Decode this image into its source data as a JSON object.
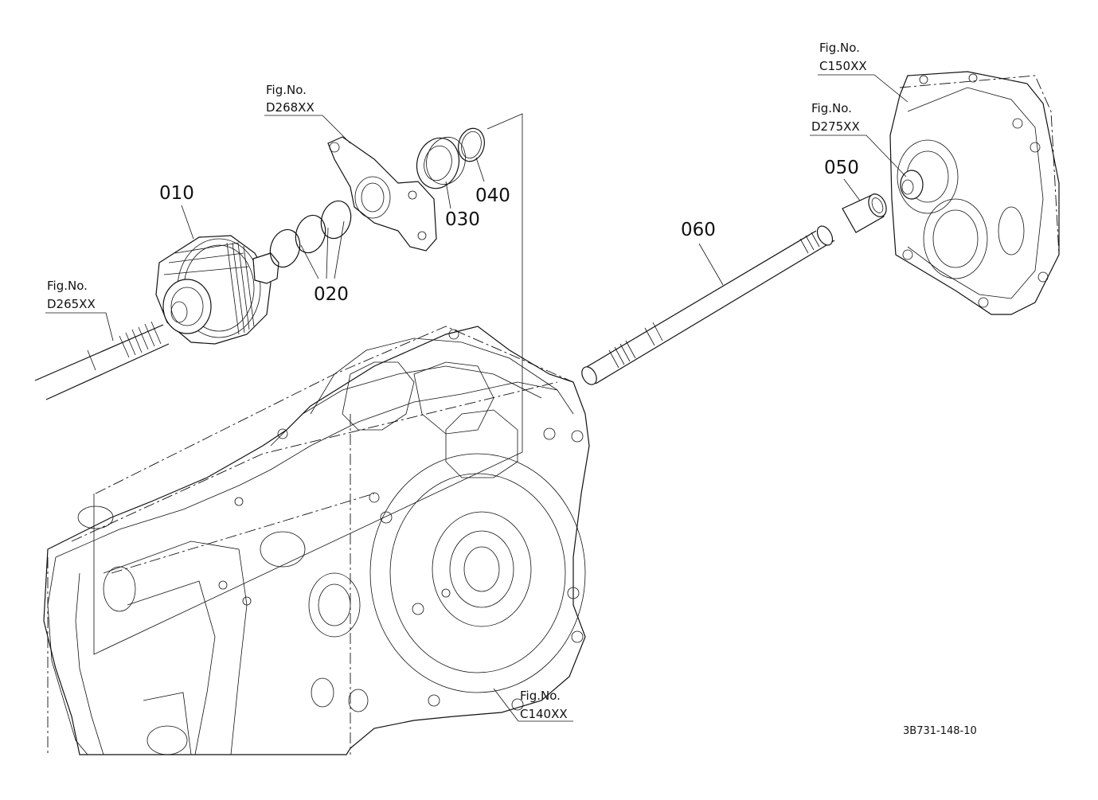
{
  "parts": {
    "p010": "010",
    "p020": "020",
    "p030": "030",
    "p040": "040",
    "p050": "050",
    "p060": "060"
  },
  "figure_refs": {
    "d268": {
      "label": "Fig.No.",
      "code": "D268XX"
    },
    "d265": {
      "label": "Fig.No.",
      "code": "D265XX"
    },
    "c150": {
      "label": "Fig.No.",
      "code": "C150XX"
    },
    "d275": {
      "label": "Fig.No.",
      "code": "D275XX"
    },
    "c140": {
      "label": "Fig.No.",
      "code": "C140XX"
    }
  },
  "document_id": "3B731-148-10"
}
